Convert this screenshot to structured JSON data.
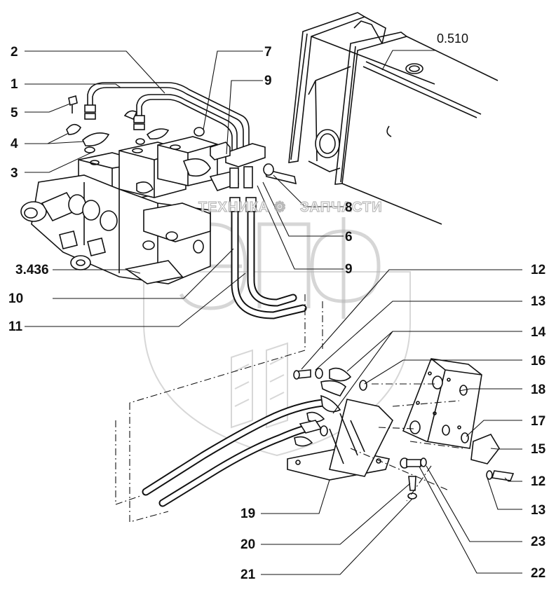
{
  "diagram": {
    "title": "Hydraulic distributor and hose connection assembly (exploded view)",
    "watermark": {
      "logo_letters": "ЭПФ",
      "text_left": "ТЕХНИКА",
      "text_right": "ЗАПЧАСТИ",
      "gear_symbol": "⚙"
    },
    "references": [
      {
        "id": "ref-0510",
        "label": "0.510"
      },
      {
        "id": "ref-3436",
        "label": "3.436"
      }
    ],
    "callouts_left": [
      {
        "label": "2"
      },
      {
        "label": "1"
      },
      {
        "label": "5"
      },
      {
        "label": "4"
      },
      {
        "label": "3"
      },
      {
        "label": "3.436"
      },
      {
        "label": "10"
      },
      {
        "label": "11"
      }
    ],
    "callouts_center": [
      {
        "label": "7"
      },
      {
        "label": "9"
      },
      {
        "label": "8"
      },
      {
        "label": "6"
      },
      {
        "label": "9"
      }
    ],
    "callouts_right": [
      {
        "label": "0.510"
      },
      {
        "label": "12"
      },
      {
        "label": "13"
      },
      {
        "label": "14"
      },
      {
        "label": "16"
      },
      {
        "label": "18"
      },
      {
        "label": "17"
      },
      {
        "label": "15"
      },
      {
        "label": "12"
      },
      {
        "label": "13"
      },
      {
        "label": "23"
      },
      {
        "label": "22"
      }
    ],
    "callouts_bottom": [
      {
        "label": "19"
      },
      {
        "label": "20"
      },
      {
        "label": "21"
      }
    ]
  }
}
